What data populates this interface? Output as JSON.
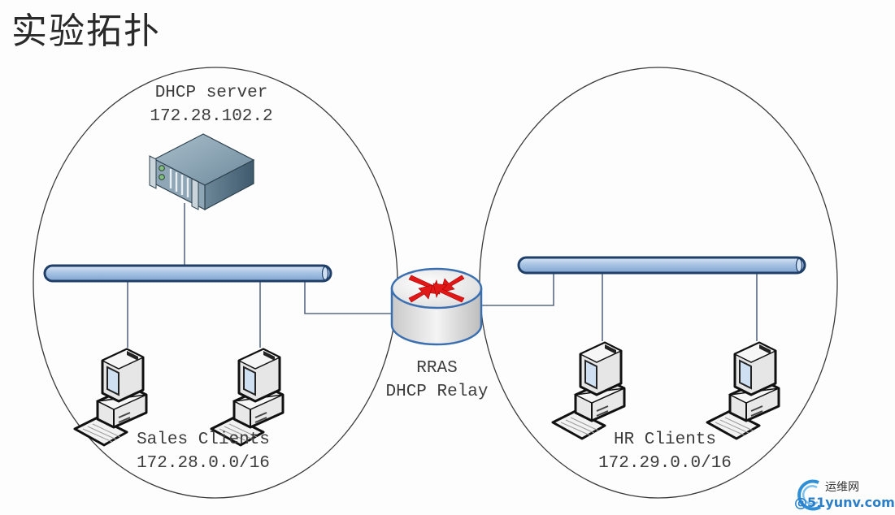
{
  "title": "实验拓扑",
  "segments": {
    "sales": {
      "name": "Sales Clients",
      "subnet": "172.28.0.0/16",
      "client_count": 2
    },
    "hr": {
      "name": "HR Clients",
      "subnet": "172.29.0.0/16",
      "client_count": 2
    }
  },
  "server": {
    "name": "DHCP server",
    "ip": "172.28.102.2"
  },
  "router": {
    "name": "RRAS",
    "role": "DHCP Relay"
  },
  "watermark": {
    "line1": "运维网",
    "line2": "@51yunv.com"
  },
  "colors": {
    "bus_fill": "#a9c4e4",
    "bus_stroke": "#1f3f68",
    "link": "#5a6a85",
    "router_arrow": "#e01818",
    "router_edge": "#3b6fb0"
  }
}
